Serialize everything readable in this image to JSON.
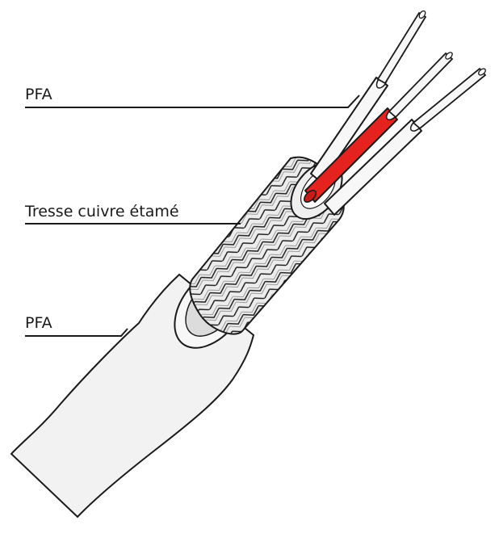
{
  "labels": [
    {
      "text": "PFA"
    },
    {
      "text": "Tresse cuivre étamé"
    },
    {
      "text": "PFA"
    }
  ],
  "colors": {
    "outline": "#1a1a1a",
    "insulation": "#f2f2f2",
    "braid": "#e9e9e9",
    "core_red": "#e4231f",
    "core_white": "#f7f7f7"
  }
}
